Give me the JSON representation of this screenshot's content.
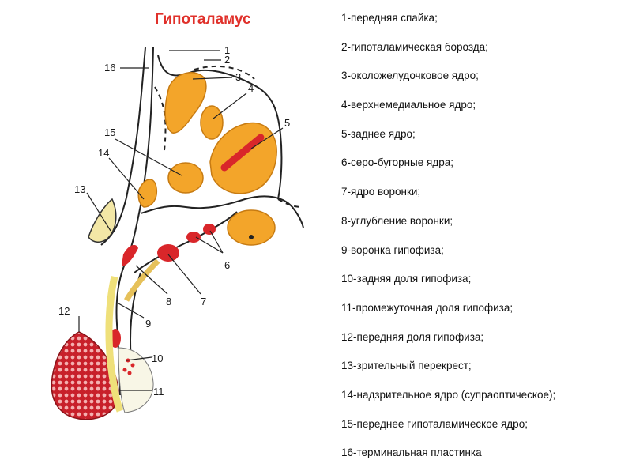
{
  "title": "Гипоталамус",
  "colors": {
    "title": "#e0302a",
    "nucleus_fill": "#f3a52a",
    "nucleus_outline": "#c77b12",
    "red_nucleus": "#d9262a",
    "anterior_lobe": "#c8202a",
    "posterior_lobe": "#f8f6e6",
    "intermediate_lobe": "#efe07a"
  },
  "callout_numbers": [
    "1",
    "2",
    "3",
    "4",
    "5",
    "6",
    "7",
    "8",
    "9",
    "10",
    "11",
    "12",
    "13",
    "14",
    "15",
    "16"
  ],
  "legend": [
    "1-передняя спайка;",
    "2-гипоталамическая борозда;",
    "3-околожелудочковое ядро;",
    "4-верхнемедиальное ядро;",
    "5-заднее ядро;",
    "6-серо-бугорные ядра;",
    "7-ядро воронки;",
    "8-углубление воронки;",
    "9-воронка гипофиза;",
    "10-задняя доля гипофиза;",
    "11-промежуточная доля гипофиза;",
    "12-передняя доля гипофиза;",
    "13-зрительный перекрест;",
    "14-надзрительное ядро (супраоптическое);",
    "15-переднее гипоталамическое ядро;",
    "16-терминальная пластинка"
  ]
}
